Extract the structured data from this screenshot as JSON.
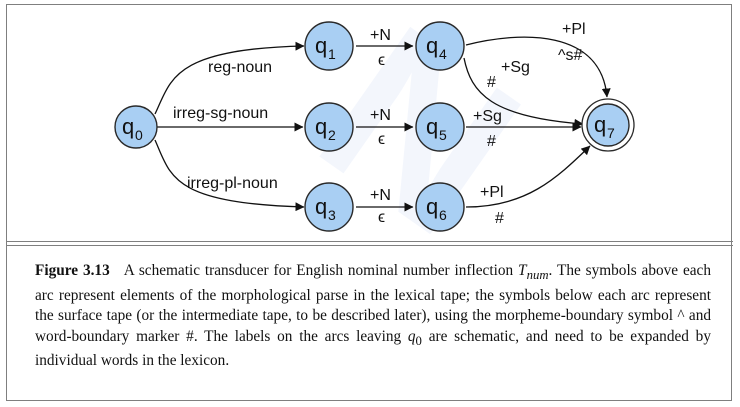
{
  "diagram": {
    "states": [
      {
        "id": "q0",
        "letter": "q",
        "sub": "0",
        "final": false
      },
      {
        "id": "q1",
        "letter": "q",
        "sub": "1",
        "final": false
      },
      {
        "id": "q2",
        "letter": "q",
        "sub": "2",
        "final": false
      },
      {
        "id": "q3",
        "letter": "q",
        "sub": "3",
        "final": false
      },
      {
        "id": "q4",
        "letter": "q",
        "sub": "4",
        "final": false
      },
      {
        "id": "q5",
        "letter": "q",
        "sub": "5",
        "final": false
      },
      {
        "id": "q6",
        "letter": "q",
        "sub": "6",
        "final": false
      },
      {
        "id": "q7",
        "letter": "q",
        "sub": "7",
        "final": true
      }
    ],
    "arcs": [
      {
        "from": "q0",
        "to": "q1",
        "label": "reg-noun"
      },
      {
        "from": "q0",
        "to": "q2",
        "label": "irreg-sg-noun"
      },
      {
        "from": "q0",
        "to": "q3",
        "label": "irreg-pl-noun"
      },
      {
        "from": "q1",
        "to": "q4",
        "upper": "+N",
        "lower": "ϵ"
      },
      {
        "from": "q2",
        "to": "q5",
        "upper": "+N",
        "lower": "ϵ"
      },
      {
        "from": "q3",
        "to": "q6",
        "upper": "+N",
        "lower": "ϵ"
      },
      {
        "from": "q4",
        "to": "q7",
        "upper": "+Pl",
        "lower": "^s#"
      },
      {
        "from": "q4",
        "to": "q7",
        "upper": "+Sg",
        "lower": "#"
      },
      {
        "from": "q5",
        "to": "q7",
        "upper": "+Sg",
        "lower": "#"
      },
      {
        "from": "q6",
        "to": "q7",
        "upper": "+Pl",
        "lower": "#"
      }
    ]
  },
  "caption": {
    "label": "Figure 3.13",
    "text_before": "A schematic transducer for English nominal number inflection ",
    "t_symbol": "T",
    "t_sub": "num",
    "text_middle": ". The symbols above each arc represent elements of the morphological parse in the lexical tape; the symbols below each arc represent the surface tape (or the intermediate tape, to be described later), using the morpheme-boundary symbol ^ and word-boundary marker #. The labels on the arcs leaving ",
    "q_symbol": "q",
    "q_sub": "0",
    "text_after": " are schematic, and need to be expanded by individual words in the lexicon."
  }
}
